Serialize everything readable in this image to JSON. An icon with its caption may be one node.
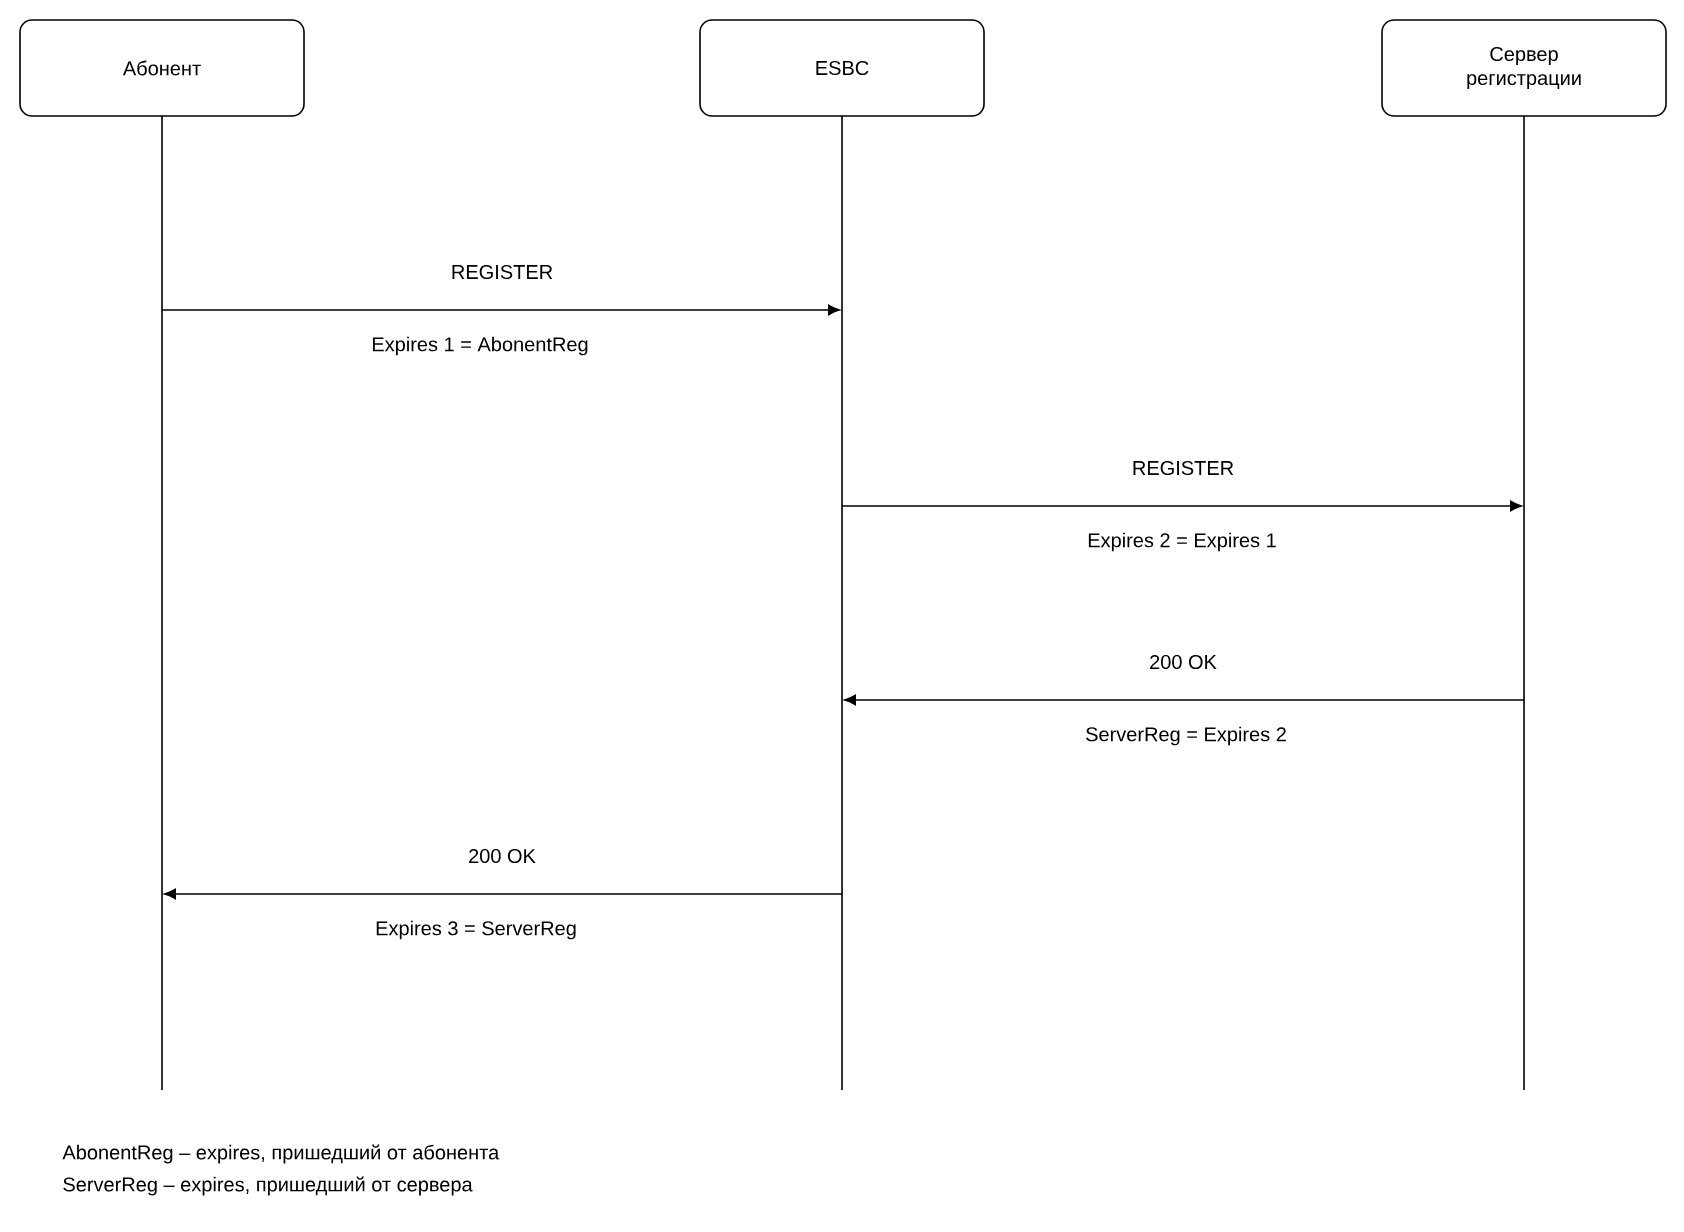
{
  "diagram": {
    "nodes": [
      {
        "text": [
          "Абонент"
        ]
      },
      {
        "text": [
          "ESBC"
        ]
      },
      {
        "text": [
          "Сервер регистрации"
        ]
      },
      {
        "text": [],
        "shape": "line"
      },
      {
        "text": [],
        "shape": "line"
      },
      {
        "text": [],
        "shape": "line"
      }
    ],
    "edges": [
      {
        "from": 3,
        "to": 4,
        "arrow": "to",
        "label": "REGISTER"
      },
      {
        "from": 4,
        "to": 5,
        "arrow": "to",
        "label": "REGISTER"
      },
      {
        "from": 5,
        "to": 4,
        "arrow": "to",
        "label": "200 OK"
      },
      {
        "from": 4,
        "to": 3,
        "arrow": "to",
        "label": "200 OK"
      }
    ],
    "labels": [
      "Expires 1 = AbonentReg",
      "Expires 2 = Expires 1",
      "ServerReg = Expires 2",
      "Expires 3 = ServerReg",
      "AbonentReg – expires, пришедший от абонента",
      "ServerReg – expires, пришедший от сервера"
    ]
  }
}
